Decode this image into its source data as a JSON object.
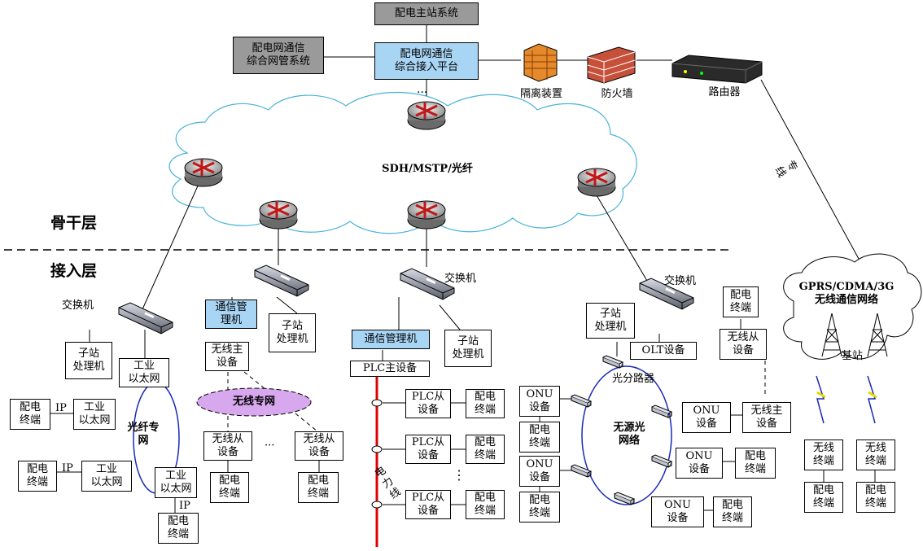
{
  "top": {
    "master_station": "配电主站系统",
    "nms": "配电网通信\n综合网管系统",
    "platform": "配电网通信\n综合接入平台",
    "isolation": "隔离装置",
    "firewall": "防火墙",
    "router": "路由器",
    "dedicated_line": "专线",
    "dots": "···"
  },
  "backbone": {
    "cloud_label": "SDH/MSTP/光纤",
    "layer": "骨干层"
  },
  "access": {
    "layer": "接入层",
    "switch": "交换机",
    "substation_processor": "子站\n处理机",
    "industrial_ethernet": "工业\n以太网",
    "terminal": "配电\n终端",
    "ip": "IP",
    "fiber_net": "光纤专\n网",
    "comm_manager_a": "通信管\n理机",
    "comm_manager_b": "通信管理机",
    "wireless_master": "无线主\n设备",
    "wireless_net": "无线专网",
    "wireless_slave": "无线从\n设备",
    "ellipsis": "···",
    "plc_master": "PLC主设备",
    "plc_slave": "PLC从\n设备",
    "power_line": "电力线",
    "vdots": "⋮",
    "olt": "OLT设备",
    "splitter": "光分路器",
    "passive_net": "无源光\n网络",
    "onu": "ONU\n设备",
    "gprs_cloud": "GPRS/CDMA/3G\n无线通信网络",
    "base_station": "基站",
    "wireless_terminal": "无线\n终端"
  }
}
